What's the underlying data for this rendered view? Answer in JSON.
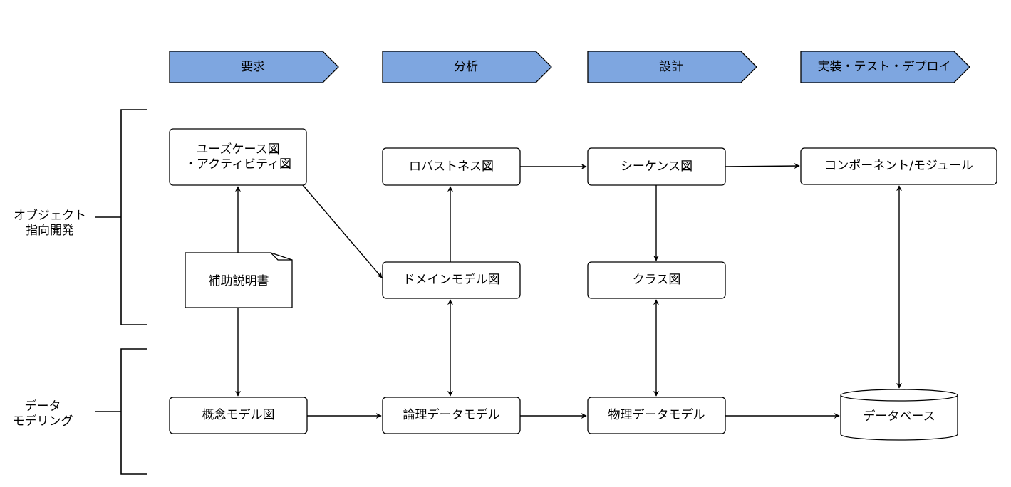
{
  "phases": {
    "requirements": "要求",
    "analysis": "分析",
    "design": "設計",
    "implementation": "実装・テスト・デプロイ"
  },
  "groups": {
    "object_oriented": "オブジェクト\n指向開発",
    "data_modeling": "データ\nモデリング"
  },
  "nodes": {
    "usecase": "ユーズケース図\n・アクティビティ図",
    "robustness": "ロバストネス図",
    "sequence": "シーケンス図",
    "component": "コンポーネント/モジュール",
    "supplement": "補助説明書",
    "domain_model": "ドメインモデル図",
    "class": "クラス図",
    "conceptual_model": "概念モデル図",
    "logical_model": "論理データモデル",
    "physical_model": "物理データモデル",
    "database": "データベース"
  },
  "colors": {
    "phase_fill": "#7ea6e0",
    "stroke": "#000000",
    "box_fill": "#ffffff"
  }
}
